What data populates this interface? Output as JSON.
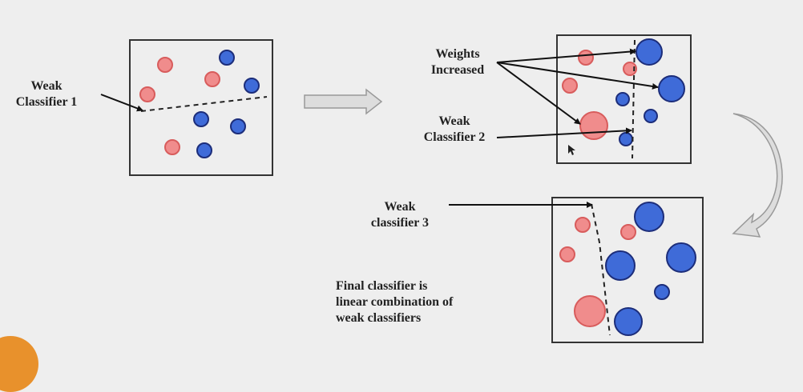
{
  "colors": {
    "background": "#eeeeee",
    "red_fill": "#f08c8c",
    "red_stroke": "#d85c5c",
    "blue_fill": "#3f6bd8",
    "blue_stroke": "#1c2d7a",
    "box_stroke": "#333333",
    "arrow_fill": "#dddddd",
    "arrow_stroke": "#999999",
    "badge": "#e8912c"
  },
  "labels": {
    "weak_classifier_1": [
      "Weak",
      "Classifier 1"
    ],
    "weights_increased": [
      "Weights",
      "Increased"
    ],
    "weak_classifier_2": [
      "Weak",
      "Classifier 2"
    ],
    "weak_classifier_3": [
      "Weak",
      "classifier 3"
    ],
    "final_note": [
      "Final classifier is",
      "linear combination of",
      "weak classifiers"
    ]
  },
  "icons": {
    "right_block_arrow": "block-arrow-right-icon",
    "curved_arrow": "curved-arrow-down-left-icon",
    "mouse_cursor": "mouse-pointer-icon"
  }
}
